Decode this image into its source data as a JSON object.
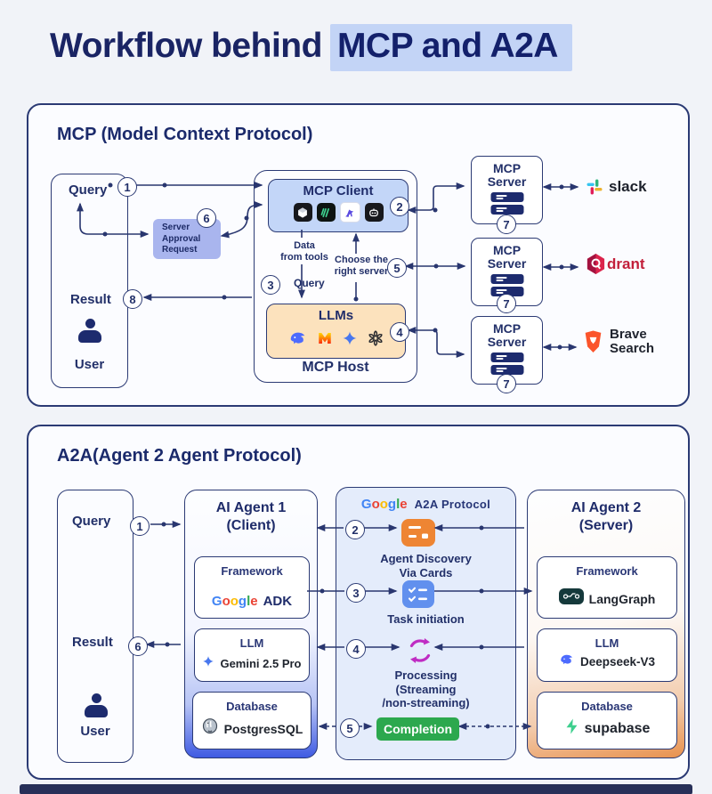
{
  "title": {
    "prefix": "Workflow behind",
    "highlight": "MCP and A2A"
  },
  "colors": {
    "accent_navy": "#2b3a74",
    "highlight_blue": "#c3d4f6",
    "client_box_blue": "#c3d6f8",
    "llms_box_orange": "#fce2bd",
    "approval_purple": "#a9b5ee",
    "completion_green": "#2ca84e",
    "discovery_orange": "#ee8533",
    "task_blue": "#6190ee",
    "processing_magenta": "#bf2cc3"
  },
  "mcp": {
    "heading": "MCP (Model Context Protocol)",
    "user_panel": {
      "query_label": "Query",
      "result_label": "Result",
      "user_label": "User"
    },
    "steps": {
      "query": "1",
      "client_server": "2",
      "llm_query": "3",
      "llm_server": "4",
      "choose_server": "5",
      "approval": "6",
      "result": "8"
    },
    "approval_box": "Server Approval Request",
    "host": {
      "label": "MCP Host",
      "client": {
        "title": "MCP Client",
        "tool_icons": [
          "3d-cube",
          "green-stripes",
          "kangaroo",
          "robot"
        ]
      },
      "llms": {
        "title": "LLMs",
        "model_icons": [
          "DeepSeek",
          "Mistral",
          "Gemini",
          "OpenAI"
        ]
      },
      "flow_labels": {
        "data_line1": "Data",
        "data_line2": "from tools",
        "query": "Query",
        "choose_line1": "Choose the",
        "choose_line2": "right server"
      }
    },
    "servers": [
      {
        "label": "MCP Server",
        "step": "7"
      },
      {
        "label": "MCP Server",
        "step": "7"
      },
      {
        "label": "MCP Server",
        "step": "7"
      }
    ],
    "integrations": [
      {
        "icon": "slack-logo",
        "display": "slack"
      },
      {
        "icon": "qdrant-logo",
        "display": "drant"
      },
      {
        "icon": "brave-logo",
        "display_line1": "Brave",
        "display_line2": "Search"
      }
    ]
  },
  "a2a": {
    "heading": "A2A(Agent 2 Agent Protocol)",
    "user_panel": {
      "query_label": "Query",
      "result_label": "Result",
      "user_label": "User"
    },
    "steps": {
      "query": "1",
      "discovery": "2",
      "task": "3",
      "processing": "4",
      "completion": "5",
      "result": "6"
    },
    "agent1": {
      "title_line1": "AI Agent 1",
      "title_line2": "(Client)",
      "framework": {
        "label": "Framework",
        "brand": "Google",
        "value": "ADK"
      },
      "llm": {
        "label": "LLM",
        "value": "Gemini 2.5 Pro"
      },
      "database": {
        "label": "Database",
        "value": "PostgresSQL"
      }
    },
    "protocol": {
      "brand": "Google",
      "title": "A2A Protocol",
      "discovery_line1": "Agent Discovery",
      "discovery_line2": "Via Cards",
      "task_label": "Task initiation",
      "processing_line1": "Processing",
      "processing_line2": "(Streaming",
      "processing_line3": "/non-streaming)",
      "completion_label": "Completion"
    },
    "agent2": {
      "title_line1": "AI Agent 2",
      "title_line2": "(Server)",
      "framework": {
        "label": "Framework",
        "value": "LangGraph"
      },
      "llm": {
        "label": "LLM",
        "value": "Deepseek-V3"
      },
      "database": {
        "label": "Database",
        "value": "supabase"
      }
    }
  }
}
